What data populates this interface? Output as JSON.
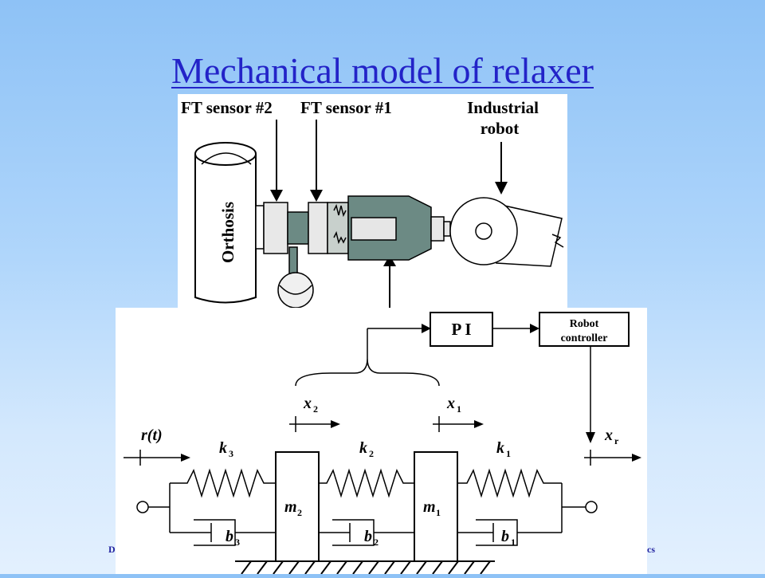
{
  "slide": {
    "title": "Mechanical model of relaxer",
    "footer_left": "D",
    "footer_right": "cs",
    "title_color": "#2323c8"
  },
  "photo": {
    "labels": {
      "ft_sensor_2": "FT sensor #2",
      "ft_sensor_1": "FT sensor #1",
      "industrial": "Industrial",
      "robot": "robot",
      "orthosis": "Orthosis"
    }
  },
  "model": {
    "pi_label": "P I",
    "robot_controller_line1": "Robot",
    "robot_controller_line2": "controller",
    "symbols": {
      "r_t": "r(t)",
      "x2": "x",
      "x2_sub": "2",
      "x1": "x",
      "x1_sub": "1",
      "xr": "x",
      "xr_sub": "r",
      "k3": "k",
      "k3_sub": "3",
      "k2": "k",
      "k2_sub": "2",
      "k1": "k",
      "k1_sub": "1",
      "m2": "m",
      "m2_sub": "2",
      "m1": "m",
      "m1_sub": "1",
      "b3": "b",
      "b3_sub": "3",
      "b2": "b",
      "b2_sub": "2",
      "b1": "b",
      "b1_sub": "1"
    }
  }
}
